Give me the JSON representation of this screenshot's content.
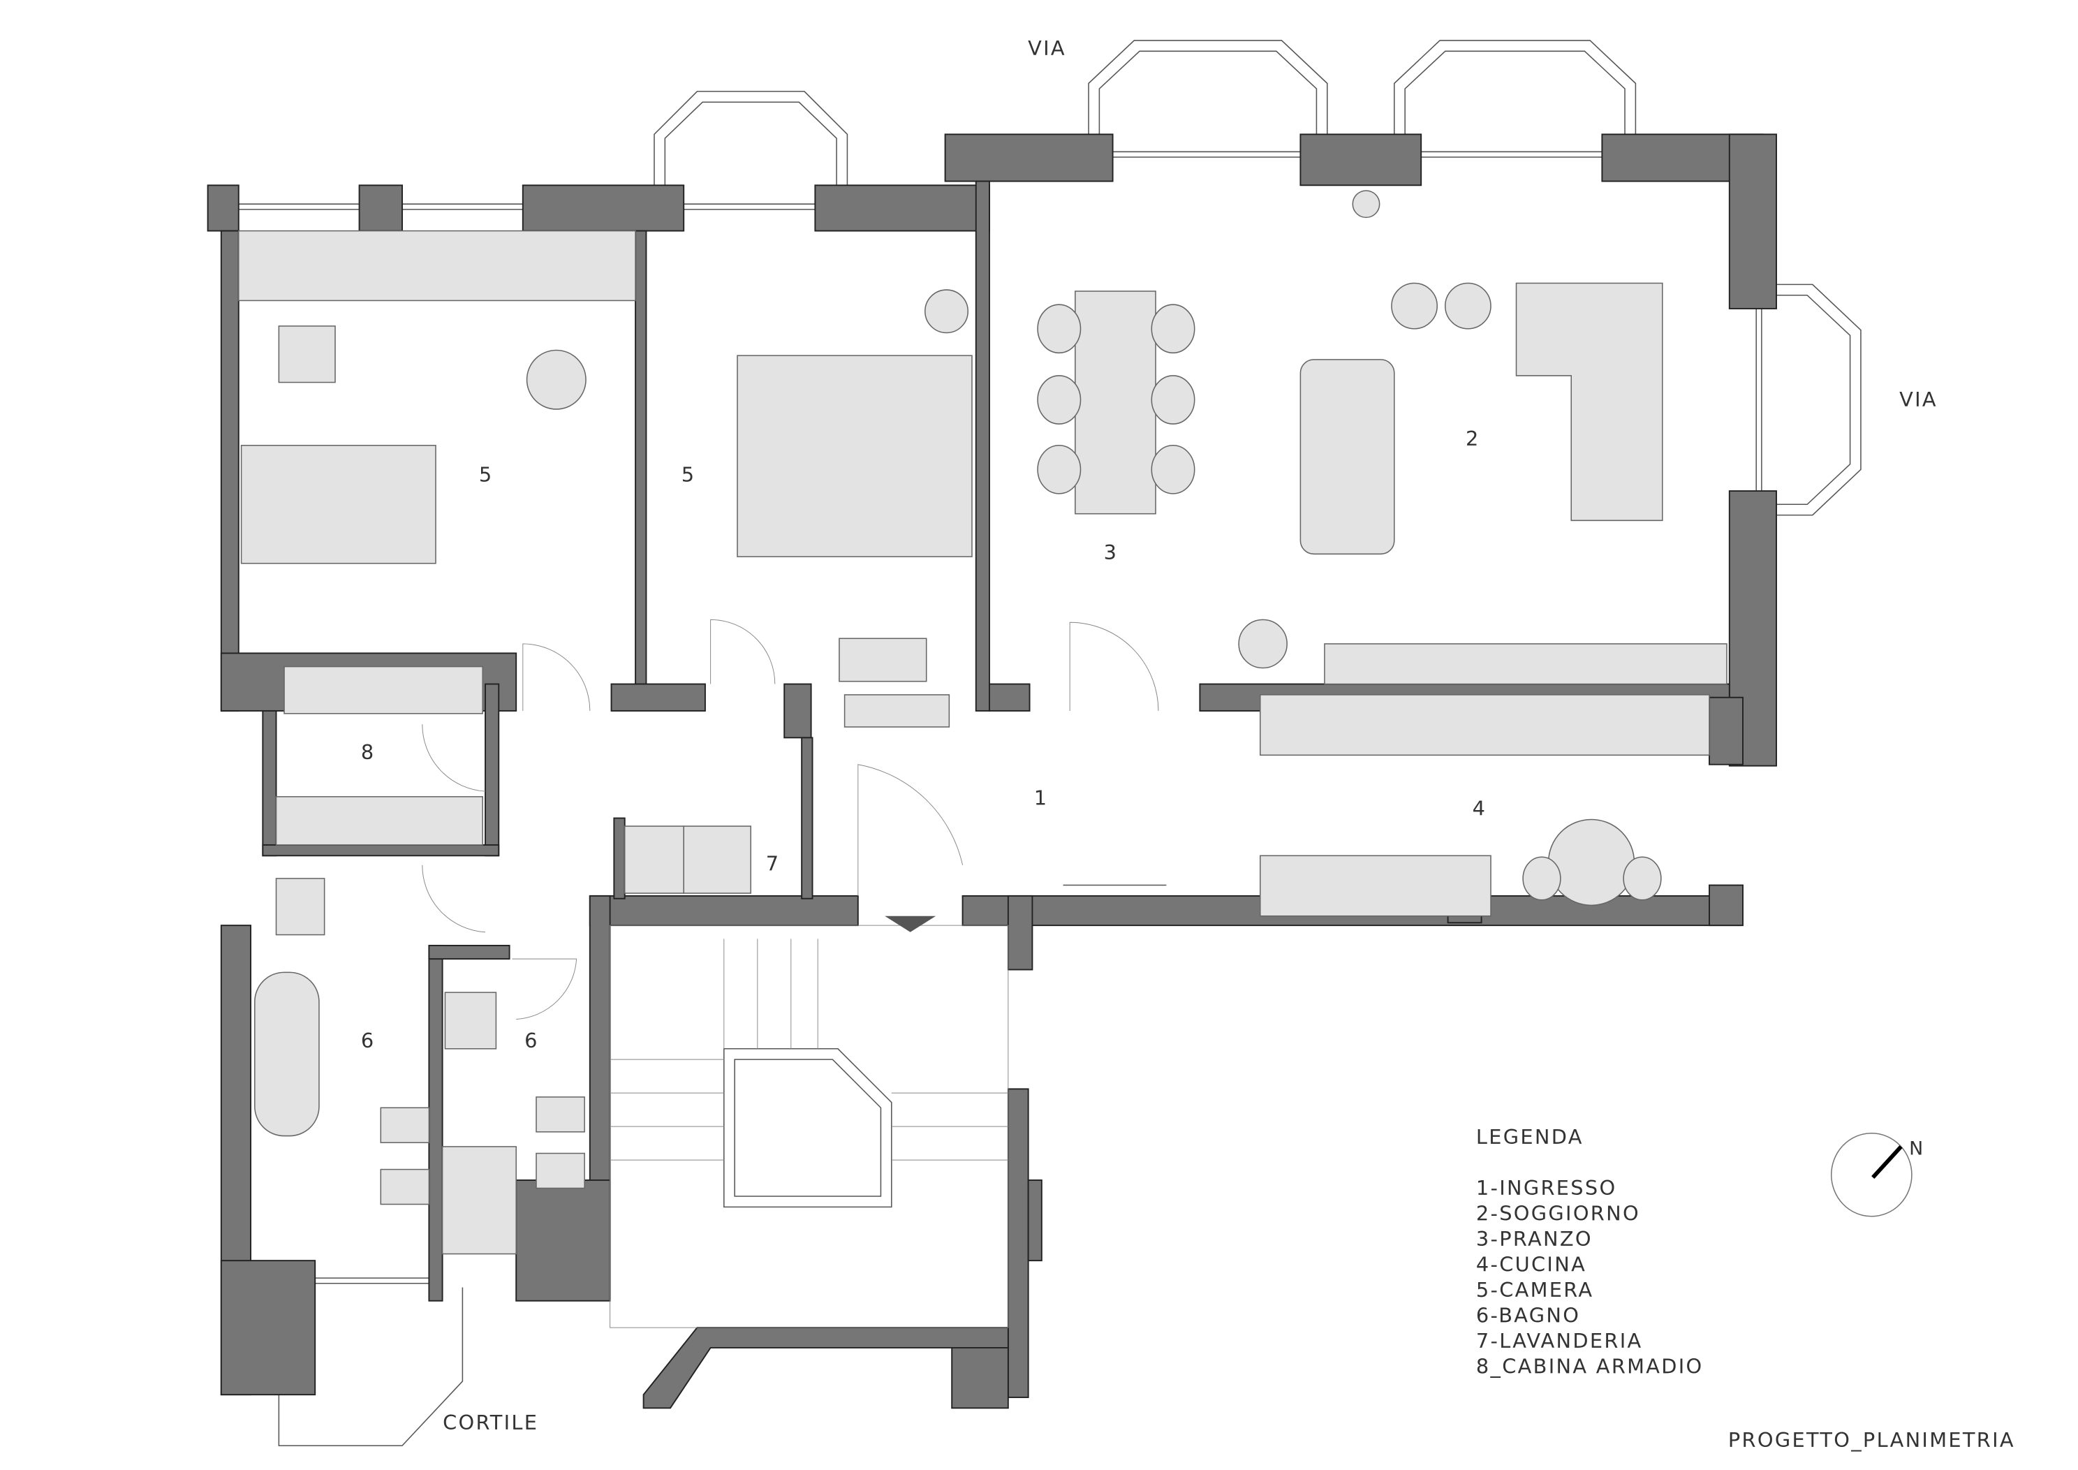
{
  "street_labels": {
    "top": "VIA",
    "right": "VIA"
  },
  "courtyard_label": "CORTILE",
  "room_numbers": {
    "ingresso": "1",
    "soggiorno": "2",
    "pranzo": "3",
    "cucina": "4",
    "camera_left": "5",
    "camera_middle": "5",
    "bagno_main": "6",
    "bagno_small": "6",
    "lavanderia": "7",
    "cabina_armadio": "8"
  },
  "legend": {
    "title": "LEGENDA",
    "items": [
      "1-INGRESSO",
      "2-SOGGIORNO",
      "3-PRANZO",
      "4-CUCINA",
      "5-CAMERA",
      "6-BAGNO",
      "7-LAVANDERIA",
      "8_CABINA ARMADIO"
    ]
  },
  "north_arrow": {
    "label": "N"
  },
  "drawing_title": "PROGETTO_PLANIMETRIA",
  "colors": {
    "wall": "#767676",
    "furniture": "#e3e3e3",
    "text": "#333333"
  }
}
